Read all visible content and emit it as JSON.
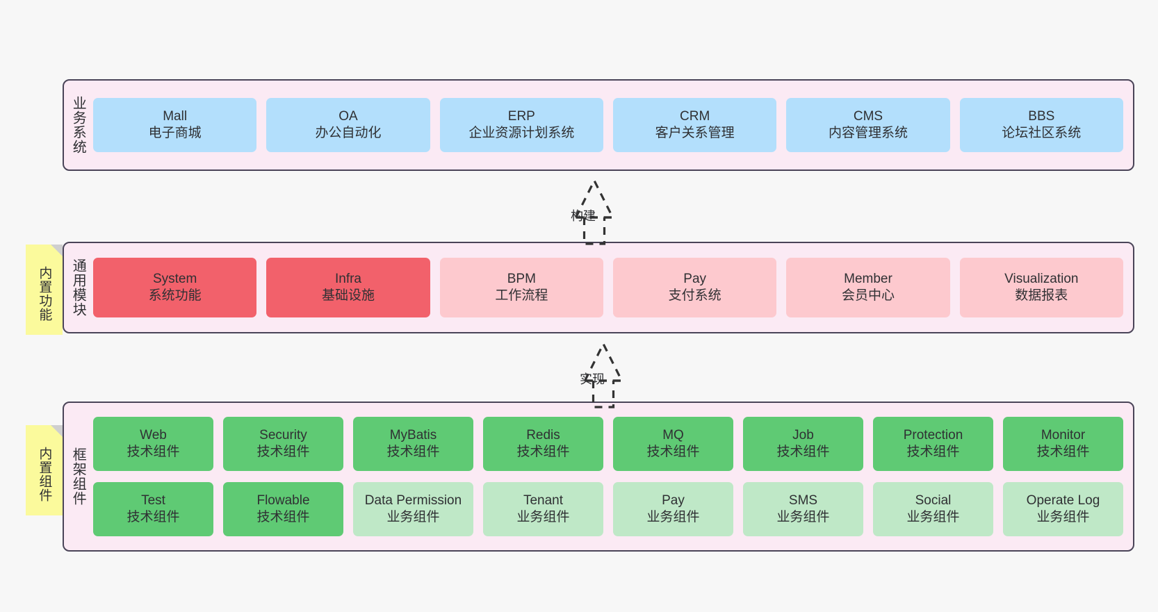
{
  "layers": [
    {
      "id": "business-systems",
      "title": "业务系统",
      "style": "blue",
      "rows": [
        [
          {
            "name": "Mall",
            "sub": "电子商城",
            "tone": "blue"
          },
          {
            "name": "OA",
            "sub": "办公自动化",
            "tone": "blue"
          },
          {
            "name": "ERP",
            "sub": "企业资源计划系统",
            "tone": "blue"
          },
          {
            "name": "CRM",
            "sub": "客户关系管理",
            "tone": "blue"
          },
          {
            "name": "CMS",
            "sub": "内容管理系统",
            "tone": "blue"
          },
          {
            "name": "BBS",
            "sub": "论坛社区系统",
            "tone": "blue"
          }
        ]
      ]
    },
    {
      "id": "common-modules",
      "title": "通用模块",
      "note": "内置功能",
      "rows": [
        [
          {
            "name": "System",
            "sub": "系统功能",
            "tone": "red-strong"
          },
          {
            "name": "Infra",
            "sub": "基础设施",
            "tone": "red-strong"
          },
          {
            "name": "BPM",
            "sub": "工作流程",
            "tone": "red-light"
          },
          {
            "name": "Pay",
            "sub": "支付系统",
            "tone": "red-light"
          },
          {
            "name": "Member",
            "sub": "会员中心",
            "tone": "red-light"
          },
          {
            "name": "Visualization",
            "sub": "数据报表",
            "tone": "red-light"
          }
        ]
      ]
    },
    {
      "id": "framework-components",
      "title": "框架组件",
      "note": "内置组件",
      "rows": [
        [
          {
            "name": "Web",
            "sub": "技术组件",
            "tone": "green-strong"
          },
          {
            "name": "Security",
            "sub": "技术组件",
            "tone": "green-strong"
          },
          {
            "name": "MyBatis",
            "sub": "技术组件",
            "tone": "green-strong"
          },
          {
            "name": "Redis",
            "sub": "技术组件",
            "tone": "green-strong"
          },
          {
            "name": "MQ",
            "sub": "技术组件",
            "tone": "green-strong"
          },
          {
            "name": "Job",
            "sub": "技术组件",
            "tone": "green-strong"
          },
          {
            "name": "Protection",
            "sub": "技术组件",
            "tone": "green-strong"
          },
          {
            "name": "Monitor",
            "sub": "技术组件",
            "tone": "green-strong"
          }
        ],
        [
          {
            "name": "Test",
            "sub": "技术组件",
            "tone": "green-strong"
          },
          {
            "name": "Flowable",
            "sub": "技术组件",
            "tone": "green-strong"
          },
          {
            "name": "Data Permission",
            "sub": "业务组件",
            "tone": "green-light"
          },
          {
            "name": "Tenant",
            "sub": "业务组件",
            "tone": "green-light"
          },
          {
            "name": "Pay",
            "sub": "业务组件",
            "tone": "green-light"
          },
          {
            "name": "SMS",
            "sub": "业务组件",
            "tone": "green-light"
          },
          {
            "name": "Social",
            "sub": "业务组件",
            "tone": "green-light"
          },
          {
            "name": "Operate Log",
            "sub": "业务组件",
            "tone": "green-light"
          }
        ]
      ]
    }
  ],
  "connectors": [
    {
      "id": "build",
      "label": "构建"
    },
    {
      "id": "implement",
      "label": "实现"
    }
  ],
  "colors": {
    "background": "#f7f7f7",
    "layer_fill": "#fbeaf4",
    "layer_border": "#4a4458",
    "blue": "#b3dffc",
    "red_strong": "#f2616b",
    "red_light": "#fdc9ce",
    "green_strong": "#5fca74",
    "green_light": "#bfe8c7",
    "note_fill": "#fbfa9c",
    "note_fold": "#cfcfcf",
    "connector": "#333333",
    "text": "#2f3033"
  }
}
